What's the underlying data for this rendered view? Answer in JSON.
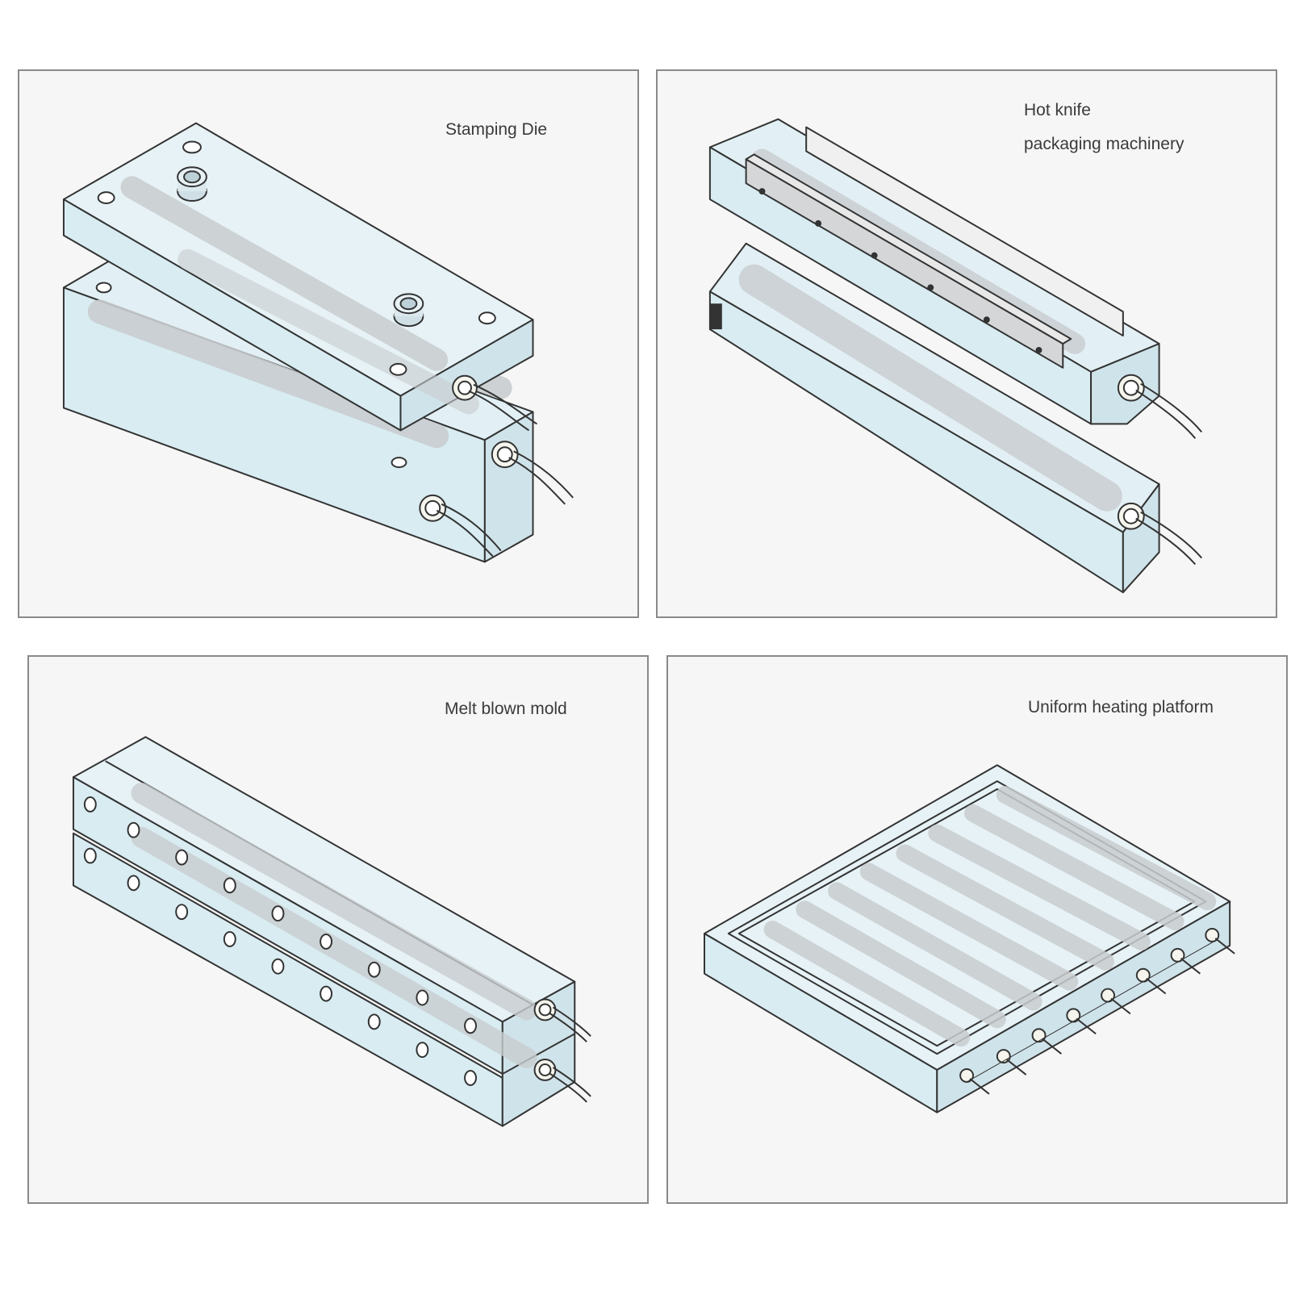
{
  "panels": [
    {
      "id": "stamping-die",
      "label": "Stamping Die"
    },
    {
      "id": "hot-knife",
      "label_line1": "Hot knife",
      "label_line2": "packaging machinery"
    },
    {
      "id": "melt-blown-mold",
      "label": "Melt blown mold"
    },
    {
      "id": "uniform-heating-platform",
      "label": "Uniform heating platform"
    }
  ],
  "colors": {
    "panel_bg": "#f6f6f7",
    "block_top": "#e2f0f5",
    "block_front": "#d8ecf2",
    "block_side": "#cfe3ea",
    "heater_rod": "#d9dcde",
    "outline": "#333333"
  }
}
